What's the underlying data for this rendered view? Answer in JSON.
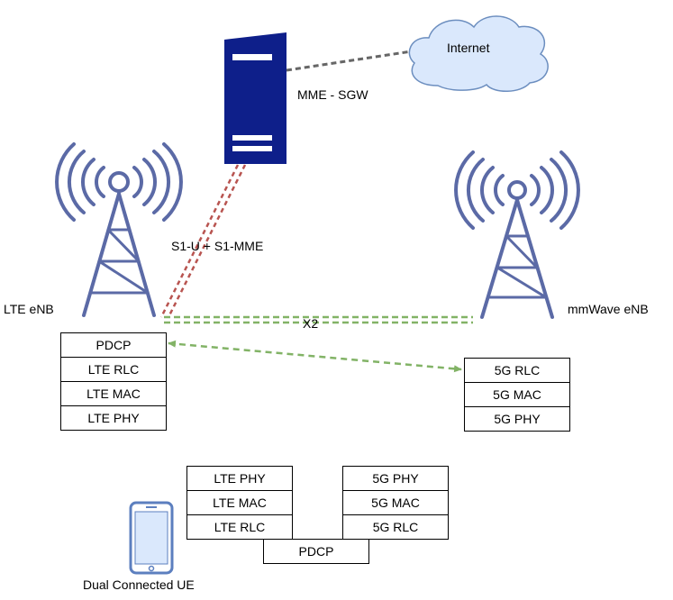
{
  "labels": {
    "internet": "Internet",
    "mme_sgw": "MME - SGW",
    "s1_link": "S1-U + S1-MME",
    "x2_link": "X2",
    "lte_enb": "LTE eNB",
    "mmwave_enb": "mmWave eNB",
    "ue": "Dual Connected UE"
  },
  "lte_enb_stack": [
    "PDCP",
    "LTE RLC",
    "LTE MAC",
    "LTE PHY"
  ],
  "mmwave_enb_stack": [
    "5G RLC",
    "5G MAC",
    "5G PHY"
  ],
  "ue_lte_stack": [
    "LTE PHY",
    "LTE MAC",
    "LTE RLC"
  ],
  "ue_5g_stack": [
    "5G PHY",
    "5G MAC",
    "5G RLC"
  ],
  "ue_pdcp": "PDCP",
  "icons": {
    "server": "server-icon",
    "cloud": "cloud-icon",
    "tower_lte": "cell-tower-icon",
    "tower_mmwave": "cell-tower-icon",
    "phone": "smartphone-icon"
  },
  "colors": {
    "server": "#0e1f8a",
    "cloud_fill": "#dae8fc",
    "cloud_stroke": "#6c8ebf",
    "tower": "#5b6aa6",
    "s1_link": "#b85450",
    "x2_link": "#82b366",
    "internet_link": "#666666",
    "phone": "#5c7fbf"
  }
}
